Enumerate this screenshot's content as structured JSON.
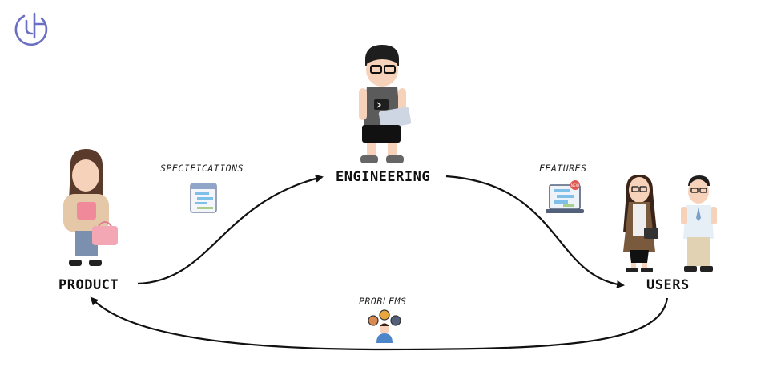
{
  "nodes": {
    "product": "PRODUCT",
    "engineering": "ENGINEERING",
    "users": "USERS"
  },
  "edges": {
    "specifications": "SPECIFICATIONS",
    "features": "FEATURES",
    "problems": "PROBLEMS"
  },
  "colors": {
    "logo": "#6b6fc4",
    "arrow": "#111111",
    "hoodie": "#e5c8a8",
    "accent_pink": "#f08a9a"
  },
  "icons": [
    "logo-icon",
    "product-person-icon",
    "engineer-person-icon",
    "user-woman-icon",
    "user-man-icon",
    "spec-document-icon",
    "features-laptop-icon",
    "problems-cluster-icon"
  ]
}
